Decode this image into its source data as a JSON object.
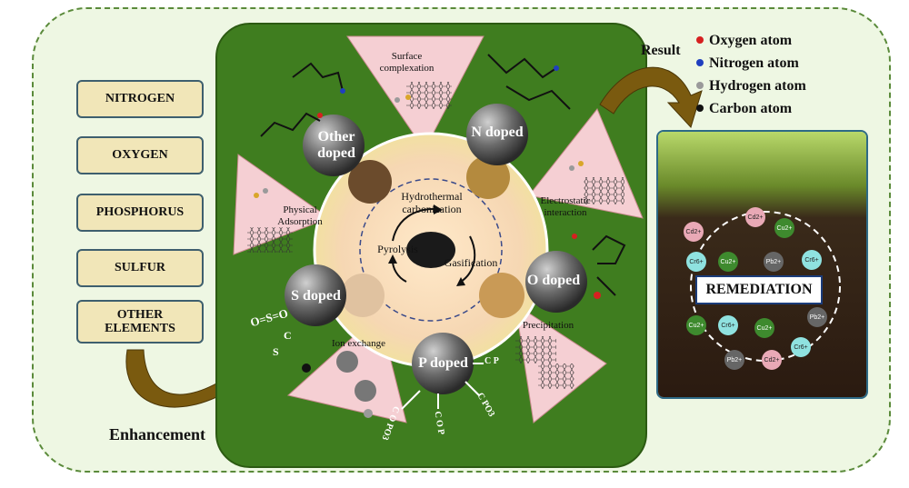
{
  "elements": [
    "NITROGEN",
    "OXYGEN",
    "PHOSPHORUS",
    "SULFUR",
    "OTHER ELEMENTS"
  ],
  "enhancement_label": "Enhancement",
  "result_label": "Result",
  "legend": [
    {
      "label": "Oxygen atom",
      "color": "#d62020"
    },
    {
      "label": "Nitrogen atom",
      "color": "#1f3fbf"
    },
    {
      "label": "Hydrogen atom",
      "color": "#9a9a9a"
    },
    {
      "label": "Carbon atom",
      "color": "#111111"
    }
  ],
  "center": {
    "process_top": "Hydrothermal carbonization",
    "process_left": "Pyrolysis",
    "process_right": "Gasification"
  },
  "doped": {
    "other": "Other doped",
    "n": "N doped",
    "o": "O doped",
    "p": "P doped",
    "s": "S doped"
  },
  "mechanisms": {
    "surface": "Surface complexation",
    "electrostatic": "Electrostatic interaction",
    "precipitation": "Precipitation",
    "ion_exchange": "Ion exchange",
    "physical": "Physical Adsorption"
  },
  "groups": {
    "s1": "O=S=O",
    "s2": "C",
    "s3": "S",
    "p_cp": "C  P",
    "p_cpo3": "C  PO3",
    "p_cop": "C  O  P",
    "p_copo3": "C  O  PO3"
  },
  "remediation": "REMEDIATION",
  "ions": {
    "cd": "Cd2+",
    "cu": "Cu2+",
    "pb": "Pb2+",
    "cr": "Cr6+"
  }
}
